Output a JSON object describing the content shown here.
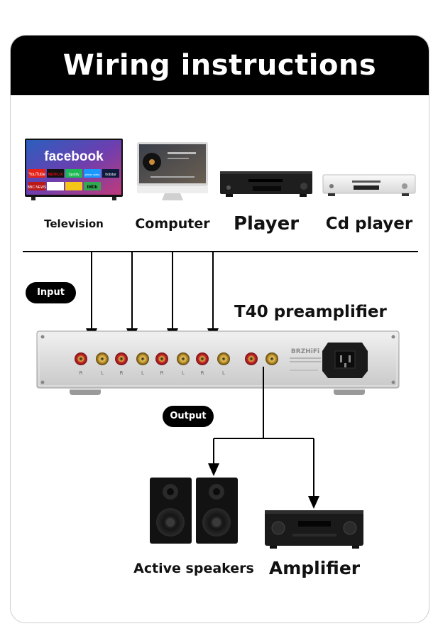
{
  "banner": {
    "title": "Wiring instructions"
  },
  "sources": {
    "television": "Television",
    "computer": "Computer",
    "player": "Player",
    "cd_player": "Cd player"
  },
  "tv_screen": {
    "brand": "facebook",
    "apps": [
      "YouTube",
      "NETFLIX",
      "Spotify",
      "prime video",
      "hotstar",
      "BBC NEWS",
      "",
      "IMDb",
      ""
    ]
  },
  "input_badge": "Input",
  "device": {
    "name": "T40 preamplifier",
    "brand": "BRZHiFi",
    "channel_labels": [
      "R",
      "L",
      "R",
      "L",
      "R",
      "L",
      "R",
      "L"
    ]
  },
  "output_badge": "Output",
  "outputs": {
    "speakers": "Active speakers",
    "amplifier": "Amplifier"
  }
}
